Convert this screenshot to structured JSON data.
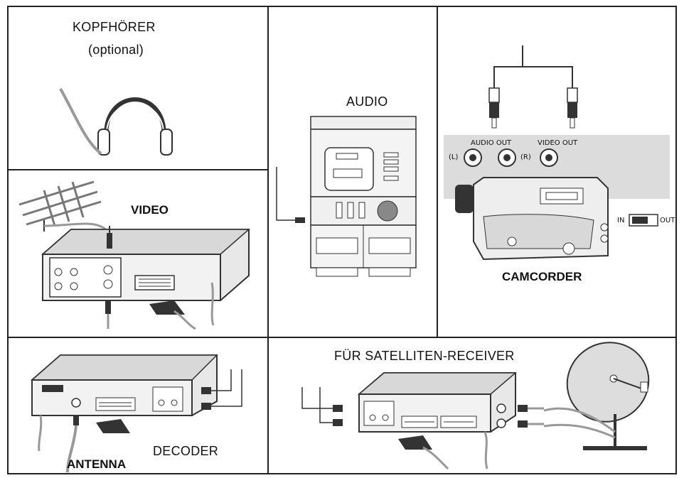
{
  "labels": {
    "headphones_title": "KOPFHÖRER",
    "headphones_subtitle": "(optional)",
    "video": "VIDEO",
    "audio": "AUDIO",
    "audio_out": "AUDIO OUT",
    "video_out": "VIDEO OUT",
    "left": "(L)",
    "right": "(R)",
    "in": "IN",
    "out": "OUT",
    "camcorder": "CAMCORDER",
    "satellite": "FÜR SATELLITEN-RECEIVER",
    "antenna": "ANTENNA",
    "decoder": "DECODER"
  },
  "icons": {
    "headphones": "headphones-icon",
    "antenna": "yagi-antenna-icon",
    "vcr": "vcr-icon",
    "stereo": "stereo-system-icon",
    "camcorder": "camcorder-icon",
    "decoder": "decoder-box-icon",
    "satellite_receiver": "satellite-receiver-icon",
    "dish": "satellite-dish-icon",
    "scart": "scart-plug-icon",
    "rca": "rca-plug-icon",
    "switch": "in-out-switch-icon"
  }
}
